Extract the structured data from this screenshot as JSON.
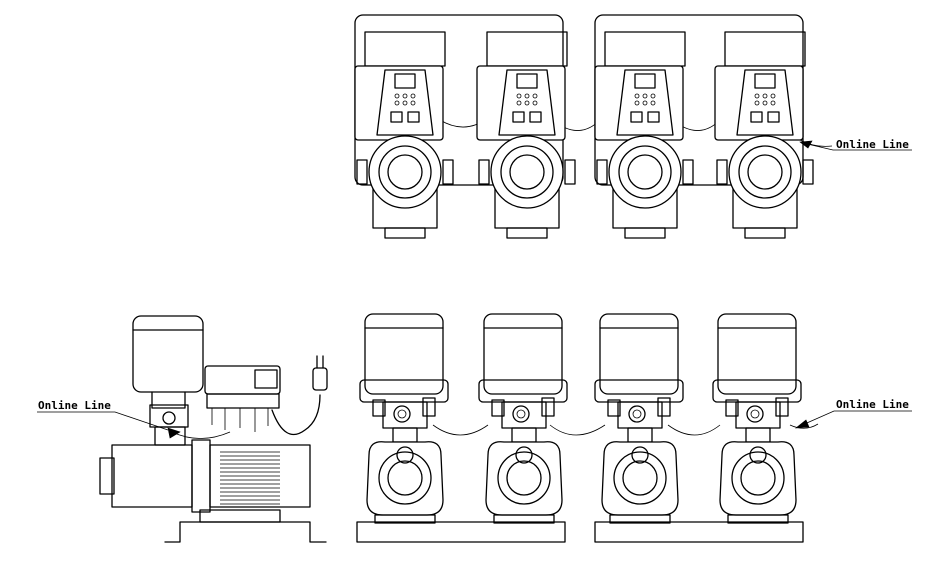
{
  "labels": {
    "online_line_top_right": "Online Line",
    "online_line_left": "Online Line",
    "online_line_bottom_right": "Online Line"
  },
  "colors": {
    "line": "#000000",
    "background": "#ffffff"
  },
  "pump_counts": {
    "top_view": 4,
    "front_view": 4,
    "side_view": 1
  }
}
